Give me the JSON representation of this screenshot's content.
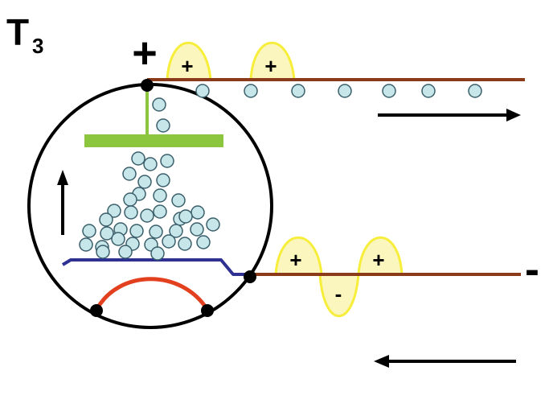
{
  "title": {
    "letter": "T",
    "subscript": "3"
  },
  "terminals": {
    "top_sign": "+",
    "bottom_sign": "-"
  },
  "top_wire": {
    "lobes": [
      {
        "sign": "+"
      },
      {
        "sign": "+"
      }
    ],
    "direction": "right"
  },
  "bottom_wire": {
    "lobes": [
      {
        "sign": "+"
      },
      {
        "sign": "-"
      },
      {
        "sign": "+"
      }
    ],
    "direction": "left"
  },
  "colors": {
    "wire": "#8B3A1A",
    "particle_fill": "#C7E6EA",
    "particle_stroke": "#3A5E6A",
    "green_plate": "#8CC63E",
    "blue_plate": "#2E3192",
    "red_curve": "#E2401F",
    "lobe_stroke": "#F6EE3A",
    "lobe_fill": "#FBF6BE",
    "circle": "#000000"
  }
}
